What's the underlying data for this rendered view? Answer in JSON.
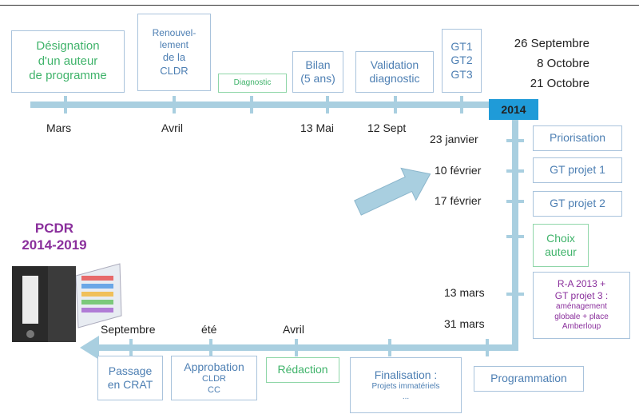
{
  "top_boxes": {
    "designation": [
      "Désignation",
      "d'un auteur",
      "de programme"
    ],
    "renouvellement": [
      "Renouvel-",
      "lement",
      "de la",
      "CLDR"
    ],
    "diagnostic": "Diagnostic",
    "bilan": [
      "Bilan",
      "(5 ans)"
    ],
    "validation": [
      "Validation",
      "diagnostic"
    ],
    "gt": [
      "GT1",
      "GT2",
      "GT3"
    ]
  },
  "gt_dates": [
    "26 Septembre",
    "8 Octobre",
    "21 Octobre"
  ],
  "top_dates": [
    "Mars",
    "Avril",
    "13 Mai",
    "12 Sept"
  ],
  "year": "2014",
  "right_dates": [
    "23 janvier",
    "10 février",
    "17 février",
    "13 mars",
    "31 mars"
  ],
  "right_boxes": {
    "priorisation": "Priorisation",
    "gt_projet_1": "GT projet 1",
    "gt_projet_2": "GT projet 2",
    "choix_auteur": [
      "Choix",
      "auteur"
    ],
    "ra": {
      "purple": [
        "R-A 2013 +",
        "GT projet 3 :"
      ],
      "small": [
        "aménagement",
        "globale + place",
        "Amberloup"
      ]
    }
  },
  "pcdr": [
    "PCDR",
    "2014-2019"
  ],
  "bottom_dates": [
    "Septembre",
    "été",
    "Avril"
  ],
  "bottom_boxes": {
    "passage": [
      "Passage",
      "en CRAT"
    ],
    "approbation": {
      "title": "Approbation",
      "sub": [
        "CLDR",
        "CC"
      ]
    },
    "redaction": "Rédaction",
    "finalisation": {
      "title": "Finalisation :",
      "sub": [
        "Projets immatériels",
        "..."
      ]
    },
    "programmation": "Programmation"
  },
  "colors": {
    "timeline": "#a9cfe0",
    "box_border": "#a9c3dc",
    "green_text": "#3fb36a",
    "blue_text": "#4d7fb3",
    "purple": "#8a2f9c",
    "year_badge": "#1f9bd8"
  }
}
